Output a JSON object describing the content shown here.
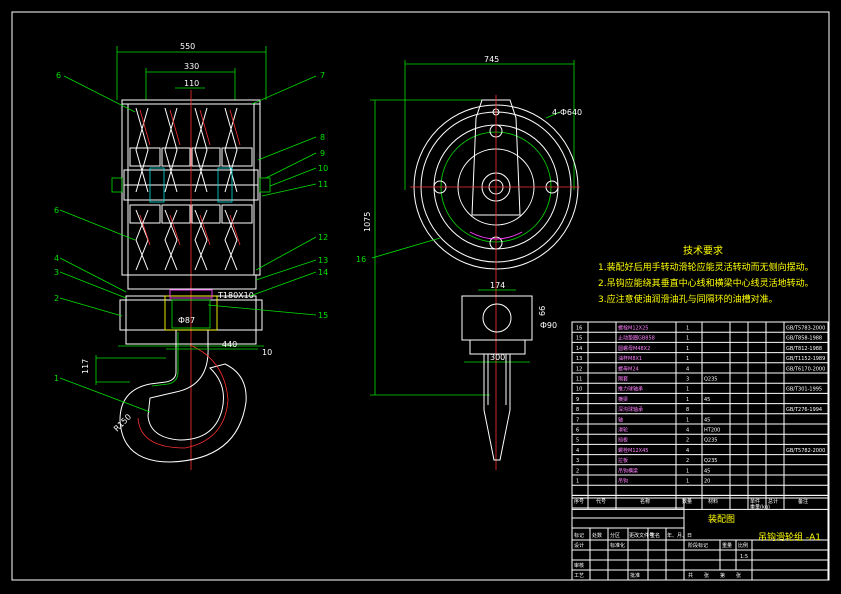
{
  "dimensions": {
    "d550": "550",
    "d330": "330",
    "d110": "110",
    "d745": "745",
    "d1075": "1075",
    "d4_640": "4-Ф640",
    "d174": "174",
    "d300": "300",
    "d180x10": "T180X10",
    "d87": "Ф87",
    "d440": "440",
    "d10": "10",
    "d117": "117",
    "d150": "R150",
    "d90": "Ф90",
    "d66": "66"
  },
  "callouts": [
    "6",
    "7",
    "8",
    "9",
    "10",
    "11",
    "6",
    "12",
    "13",
    "14",
    "4",
    "3",
    "2",
    "15",
    "1",
    "16"
  ],
  "tech": {
    "title": "技术要求",
    "lines": [
      "1.装配好后用手转动滑轮应能灵活转动而无侧向摆动。",
      "2.吊钩应能绕其垂直中心线和横梁中心线灵活地转动。",
      "3.应注意使油润滑油孔与同隔环的油槽对准。"
    ]
  },
  "parts": [
    {
      "no": "16",
      "name": "螺栓M12X25",
      "qty": "1",
      "std": "GB/T5783-2000"
    },
    {
      "no": "15",
      "name": "止动垫圈GB858",
      "qty": "1",
      "std": "GB/T858-1988"
    },
    {
      "no": "14",
      "name": "圆螺母M48X2",
      "qty": "1",
      "std": "GB/T812-1988"
    },
    {
      "no": "13",
      "name": "油杯M8X1",
      "qty": "1",
      "std": "GB/T1152-1989"
    },
    {
      "no": "12",
      "name": "螺母M24",
      "qty": "4",
      "std": "GB/T6170-2000"
    },
    {
      "no": "11",
      "name": "隔套",
      "qty": "3",
      "material": "Q235"
    },
    {
      "no": "10",
      "name": "推力球轴承",
      "qty": "1",
      "std": "GB/T301-1995"
    },
    {
      "no": "9",
      "name": "横梁",
      "qty": "1",
      "material": "45"
    },
    {
      "no": "8",
      "name": "深沟球轴承",
      "qty": "8",
      "std": "GB/T276-1994"
    },
    {
      "no": "7",
      "name": "轴",
      "qty": "1",
      "material": "45"
    },
    {
      "no": "6",
      "name": "滑轮",
      "qty": "4",
      "material": "HT200"
    },
    {
      "no": "5",
      "name": "挡板",
      "qty": "2",
      "material": "Q235"
    },
    {
      "no": "4",
      "name": "螺栓M12X45",
      "qty": "4",
      "std": "GB/T5782-2000"
    },
    {
      "no": "3",
      "name": "拉板",
      "qty": "2",
      "material": "Q235"
    },
    {
      "no": "2",
      "name": "吊钩横梁",
      "qty": "1",
      "material": "45"
    },
    {
      "no": "1",
      "name": "吊钩",
      "qty": "1",
      "material": "20"
    }
  ],
  "parts_header": {
    "no": "序号",
    "code": "代号",
    "name": "名称",
    "qty": "数量",
    "material": "材料",
    "unit": "单件",
    "total": "总计",
    "weight": "重量(kg)",
    "note": "备注"
  },
  "title_block": {
    "drawing_name": "装配图",
    "part_title": "吊钩滑轮组 -A1",
    "labels": [
      "标记",
      "处数",
      "分区",
      "更改文件号",
      "签名",
      "年、月、日",
      "设计",
      "标准化",
      "阶段标记",
      "重量",
      "比例",
      "审核",
      "工艺",
      "批准",
      "共",
      "张",
      "第",
      "张"
    ],
    "scale": "1:5"
  }
}
